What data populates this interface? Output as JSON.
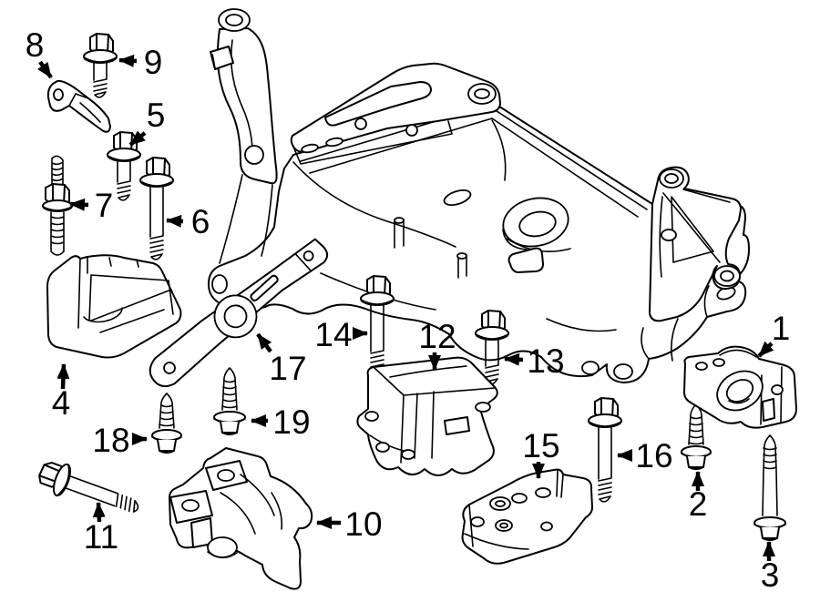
{
  "diagram": {
    "kind": "exploded-parts-diagram",
    "subject": "Front subframe with engine and transmission mounting components",
    "background": "#ffffff",
    "line_color": "#000000",
    "label_color": "#000000",
    "callouts": [
      {
        "number": "1",
        "depicts": "engine-mount-support-bracket-right"
      },
      {
        "number": "2",
        "depicts": "flange-screw-short-inverted"
      },
      {
        "number": "3",
        "depicts": "flange-screw-long-inverted"
      },
      {
        "number": "4",
        "depicts": "engine-mount-left"
      },
      {
        "number": "5",
        "depicts": "hex-flange-bolt-short"
      },
      {
        "number": "6",
        "depicts": "hex-flange-bolt-long"
      },
      {
        "number": "7",
        "depicts": "double-ended-stud"
      },
      {
        "number": "8",
        "depicts": "small-mounting-bracket"
      },
      {
        "number": "9",
        "depicts": "hex-flange-bolt-short"
      },
      {
        "number": "10",
        "depicts": "engine-support-bracket"
      },
      {
        "number": "11",
        "depicts": "hex-flange-bolt-diagonal"
      },
      {
        "number": "12",
        "depicts": "transmission-mount"
      },
      {
        "number": "13",
        "depicts": "hex-flange-bolt-medium"
      },
      {
        "number": "14",
        "depicts": "hex-flange-bolt-long"
      },
      {
        "number": "15",
        "depicts": "transmission-mount-bracket"
      },
      {
        "number": "16",
        "depicts": "hex-flange-bolt-long"
      },
      {
        "number": "17",
        "depicts": "torque-arm-dogbone-mount"
      },
      {
        "number": "18",
        "depicts": "flange-screw-small-inverted"
      },
      {
        "number": "19",
        "depicts": "flange-screw-inverted"
      }
    ]
  }
}
